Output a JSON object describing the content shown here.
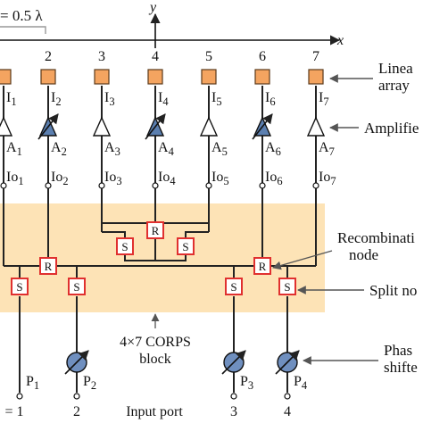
{
  "colors": {
    "element_fill": "#f4a460",
    "element_stroke": "#5a3a1a",
    "block_fill": "#fde3b6",
    "node_stroke": "#e0302f",
    "amp_fill_variable": "#5b7fb0",
    "phase_fill": "#6f8fbf",
    "wire": "#222222"
  },
  "axes": {
    "spacing_label": "= 0.5 λ",
    "x_label": "x",
    "y_label": "y"
  },
  "elements": [
    {
      "number": "",
      "current": "I",
      "current_sub": "1",
      "amp": "A",
      "amp_sub": "1",
      "amp_type": "fixed",
      "out": "Io",
      "out_sub": "1"
    },
    {
      "number": "2",
      "current": "I",
      "current_sub": "2",
      "amp": "A",
      "amp_sub": "2",
      "amp_type": "variable",
      "out": "Io",
      "out_sub": "2"
    },
    {
      "number": "3",
      "current": "I",
      "current_sub": "3",
      "amp": "A",
      "amp_sub": "3",
      "amp_type": "fixed",
      "out": "Io",
      "out_sub": "3"
    },
    {
      "number": "4",
      "current": "I",
      "current_sub": "4",
      "amp": "A",
      "amp_sub": "4",
      "amp_type": "variable",
      "out": "Io",
      "out_sub": "4"
    },
    {
      "number": "5",
      "current": "I",
      "current_sub": "5",
      "amp": "A",
      "amp_sub": "5",
      "amp_type": "fixed",
      "out": "Io",
      "out_sub": "5"
    },
    {
      "number": "6",
      "current": "I",
      "current_sub": "6",
      "amp": "A",
      "amp_sub": "6",
      "amp_type": "variable",
      "out": "Io",
      "out_sub": "6"
    },
    {
      "number": "7",
      "current": "I",
      "current_sub": "7",
      "amp": "A",
      "amp_sub": "7",
      "amp_type": "fixed",
      "out": "Io",
      "out_sub": "7"
    }
  ],
  "nodes": {
    "recombination_symbol": "R",
    "split_symbol": "S"
  },
  "block_label_line1": "4×7 CORPS",
  "block_label_line2": "block",
  "inputs": [
    {
      "port_label": "P",
      "port_sub": "1",
      "number": "= 1",
      "has_phase_shifter": false
    },
    {
      "port_label": "P",
      "port_sub": "2",
      "number": "2",
      "has_phase_shifter": true
    },
    {
      "port_label": "P",
      "port_sub": "3",
      "number": "3",
      "has_phase_shifter": true
    },
    {
      "port_label": "P",
      "port_sub": "4",
      "number": "4",
      "has_phase_shifter": true
    }
  ],
  "input_port_label": "Input port",
  "annotations": {
    "linear_array_line1": "Linea",
    "linear_array_line2": "array",
    "amplifier": "Amplifie",
    "recombination_line1": "Recombinati",
    "recombination_line2": "node",
    "split": "Split no",
    "phase_line1": "Phas",
    "phase_line2": "shifte"
  }
}
